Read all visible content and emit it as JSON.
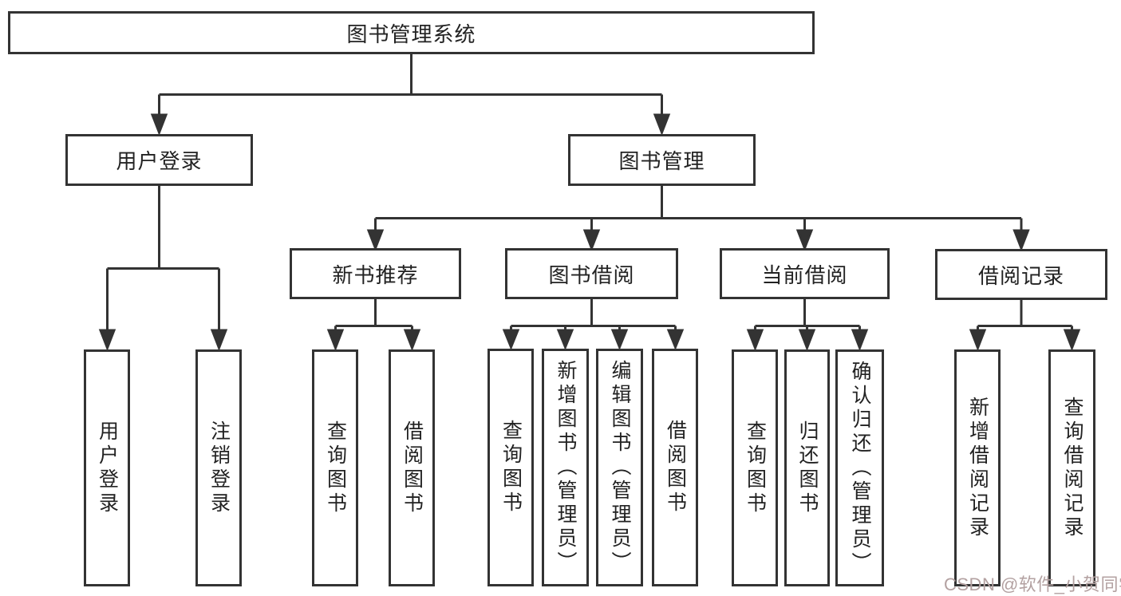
{
  "diagram": {
    "title": "图书管理系统",
    "watermark": "CSDN @软件_小贺同学",
    "colors": {
      "line": "#333333",
      "box_border": "#333333",
      "text": "#222222",
      "background": "#ffffff",
      "watermark": "#b3a1a1"
    },
    "nodes": [
      {
        "id": "root",
        "label": "图书管理系统",
        "parent": null
      },
      {
        "id": "user-login",
        "label": "用户登录",
        "parent": "root"
      },
      {
        "id": "book-management",
        "label": "图书管理",
        "parent": "root"
      },
      {
        "id": "new-book-recommend",
        "label": "新书推荐",
        "parent": "book-management"
      },
      {
        "id": "book-borrow",
        "label": "图书借阅",
        "parent": "book-management"
      },
      {
        "id": "current-borrow",
        "label": "当前借阅",
        "parent": "book-management"
      },
      {
        "id": "borrow-records",
        "label": "借阅记录",
        "parent": "book-management"
      },
      {
        "id": "leaf-user-login",
        "label": "用户登录",
        "parent": "user-login"
      },
      {
        "id": "leaf-logout",
        "label": "注销登录",
        "parent": "user-login"
      },
      {
        "id": "leaf-query-books-1",
        "label": "查询图书",
        "parent": "new-book-recommend"
      },
      {
        "id": "leaf-borrow-books-1",
        "label": "借阅图书",
        "parent": "new-book-recommend"
      },
      {
        "id": "leaf-query-books-2",
        "label": "查询图书",
        "parent": "book-borrow"
      },
      {
        "id": "leaf-add-books-admin",
        "label": "新增图书（管理员）",
        "parent": "book-borrow"
      },
      {
        "id": "leaf-edit-books-admin",
        "label": "编辑图书（管理员）",
        "parent": "book-borrow"
      },
      {
        "id": "leaf-borrow-books-2",
        "label": "借阅图书",
        "parent": "book-borrow"
      },
      {
        "id": "leaf-query-books-3",
        "label": "查询图书",
        "parent": "current-borrow"
      },
      {
        "id": "leaf-return-books",
        "label": "归还图书",
        "parent": "current-borrow"
      },
      {
        "id": "leaf-confirm-return",
        "label": "确认归还（管理员）",
        "parent": "current-borrow"
      },
      {
        "id": "leaf-add-borrow-rec",
        "label": "新增借阅记录",
        "parent": "borrow-records"
      },
      {
        "id": "leaf-query-borrow-rec",
        "label": "查询借阅记录",
        "parent": "borrow-records"
      }
    ]
  }
}
